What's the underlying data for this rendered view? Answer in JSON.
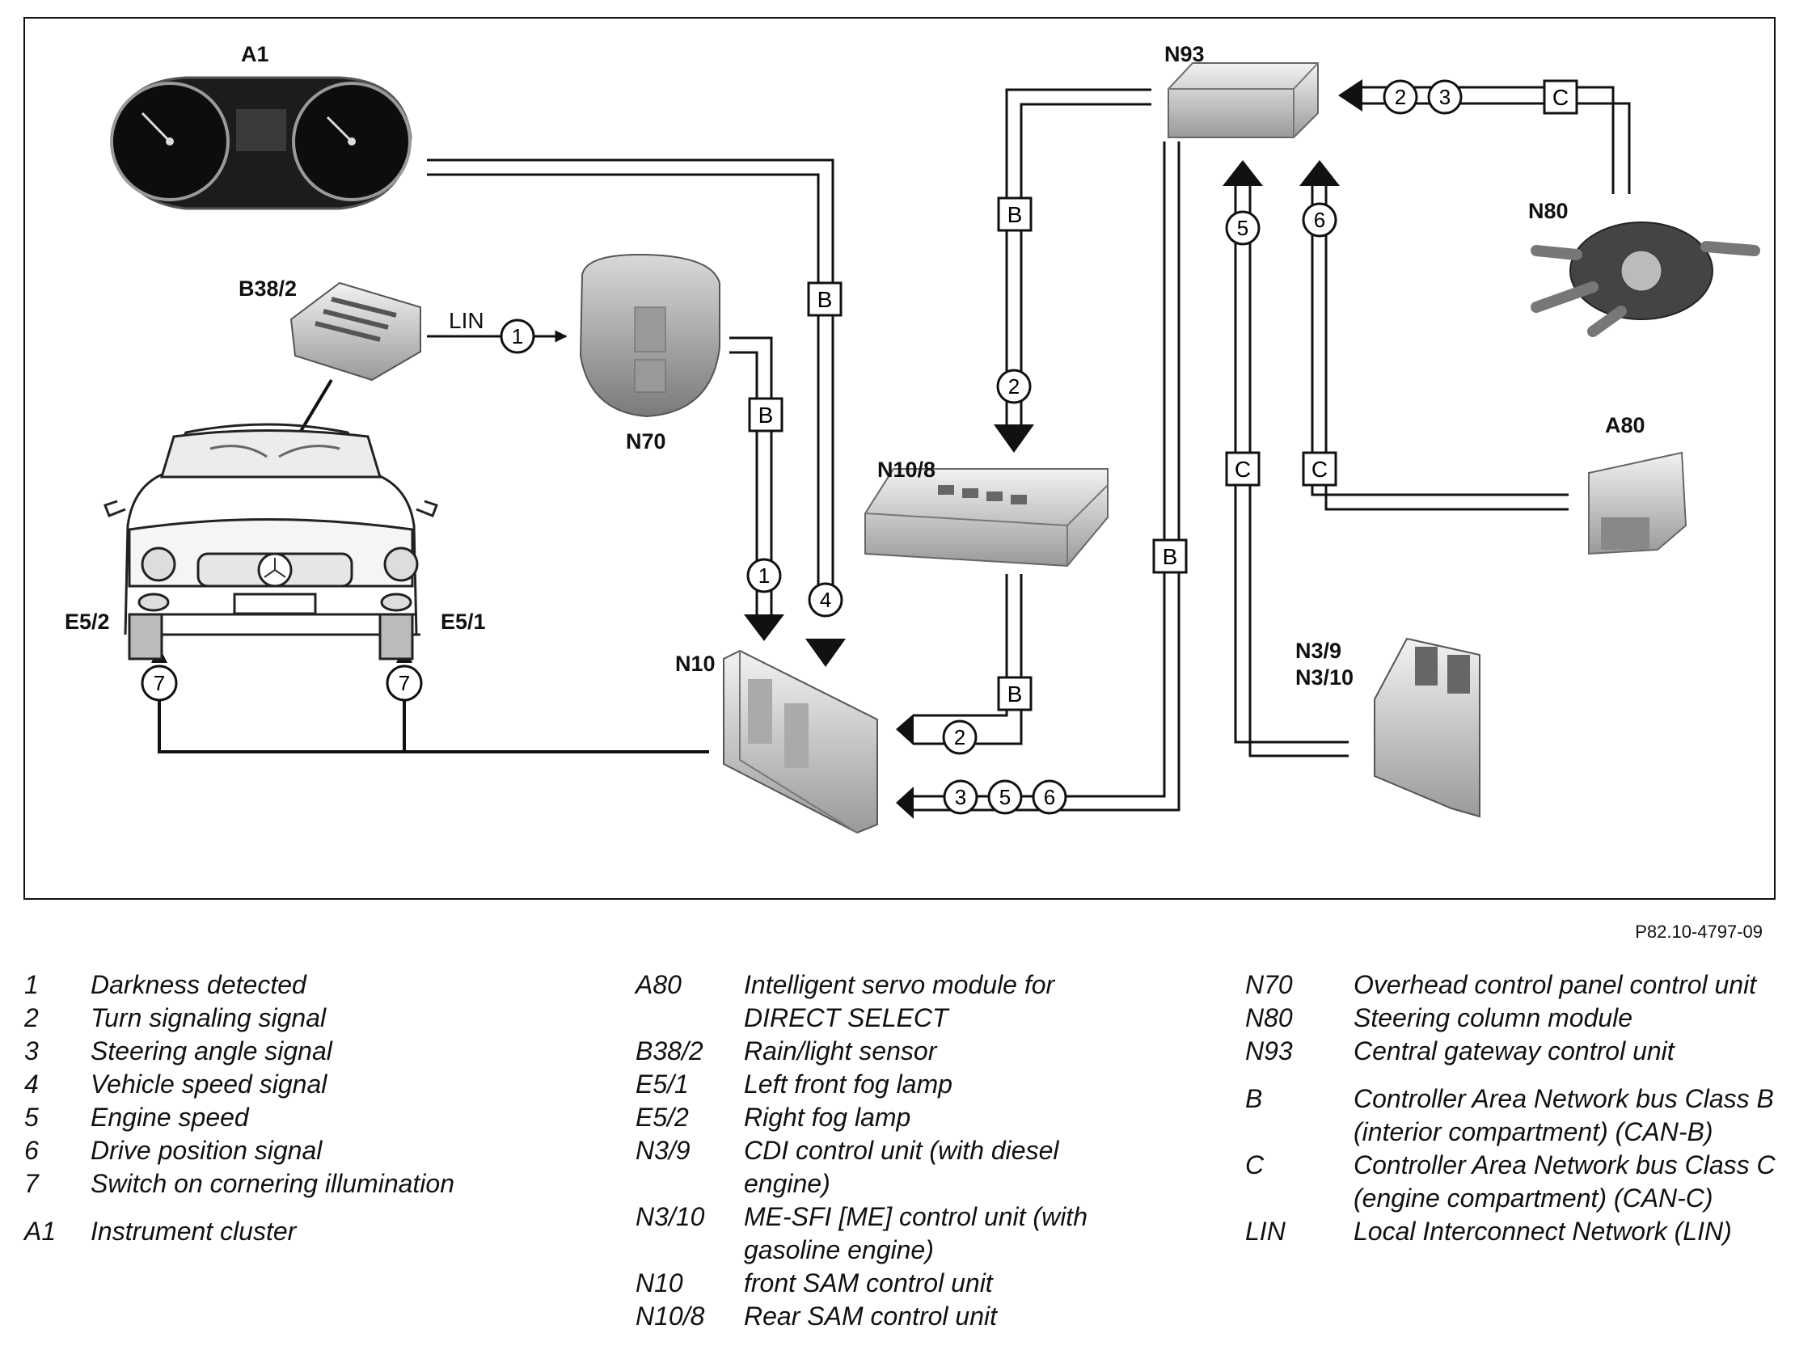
{
  "components": {
    "a1": "A1",
    "b38_2": "B38/2",
    "n70": "N70",
    "n93": "N93",
    "n80": "N80",
    "n10_8": "N10/8",
    "a80": "A80",
    "n10": "N10",
    "n3_9": "N3/9",
    "n3_10": "N3/10",
    "e5_2": "E5/2",
    "e5_1": "E5/1"
  },
  "bus": {
    "lin": "LIN",
    "b": "B",
    "c": "C"
  },
  "signals": {
    "s1": "1",
    "s2": "2",
    "s3": "3",
    "s4": "4",
    "s5": "5",
    "s6": "6",
    "s7": "7"
  },
  "reference": "P82.10-4797-09",
  "legend": {
    "col1": [
      {
        "code": "1",
        "desc": "Darkness detected"
      },
      {
        "code": "2",
        "desc": "Turn signaling signal"
      },
      {
        "code": "3",
        "desc": "Steering angle signal"
      },
      {
        "code": "4",
        "desc": "Vehicle speed signal"
      },
      {
        "code": "5",
        "desc": "Engine speed"
      },
      {
        "code": "6",
        "desc": "Drive position signal"
      },
      {
        "code": "7",
        "desc": "Switch on cornering illumination"
      },
      {
        "code": "A1",
        "desc": "Instrument cluster"
      }
    ],
    "col2": [
      {
        "code": "A80",
        "desc": "Intelligent servo module for DIRECT SELECT"
      },
      {
        "code": "B38/2",
        "desc": "Rain/light sensor"
      },
      {
        "code": "E5/1",
        "desc": "Left front fog lamp"
      },
      {
        "code": "E5/2",
        "desc": "Right fog lamp"
      },
      {
        "code": "N3/9",
        "desc": "CDI control unit (with diesel engine)"
      },
      {
        "code": "N3/10",
        "desc": "ME-SFI [ME] control unit (with gasoline engine)"
      },
      {
        "code": "N10",
        "desc": "front SAM control unit"
      },
      {
        "code": "N10/8",
        "desc": "Rear SAM control unit"
      }
    ],
    "col3": [
      {
        "code": "N70",
        "desc": "Overhead control panel control unit"
      },
      {
        "code": "N80",
        "desc": "Steering column module"
      },
      {
        "code": "N93",
        "desc": "Central gateway control unit"
      },
      {
        "code": "B",
        "desc": "Controller Area Network bus Class B (interior compartment) (CAN-B)"
      },
      {
        "code": "C",
        "desc": "Controller Area Network bus Class C (engine compartment) (CAN-C)"
      },
      {
        "code": "LIN",
        "desc": "Local Interconnect Network (LIN)"
      }
    ]
  }
}
